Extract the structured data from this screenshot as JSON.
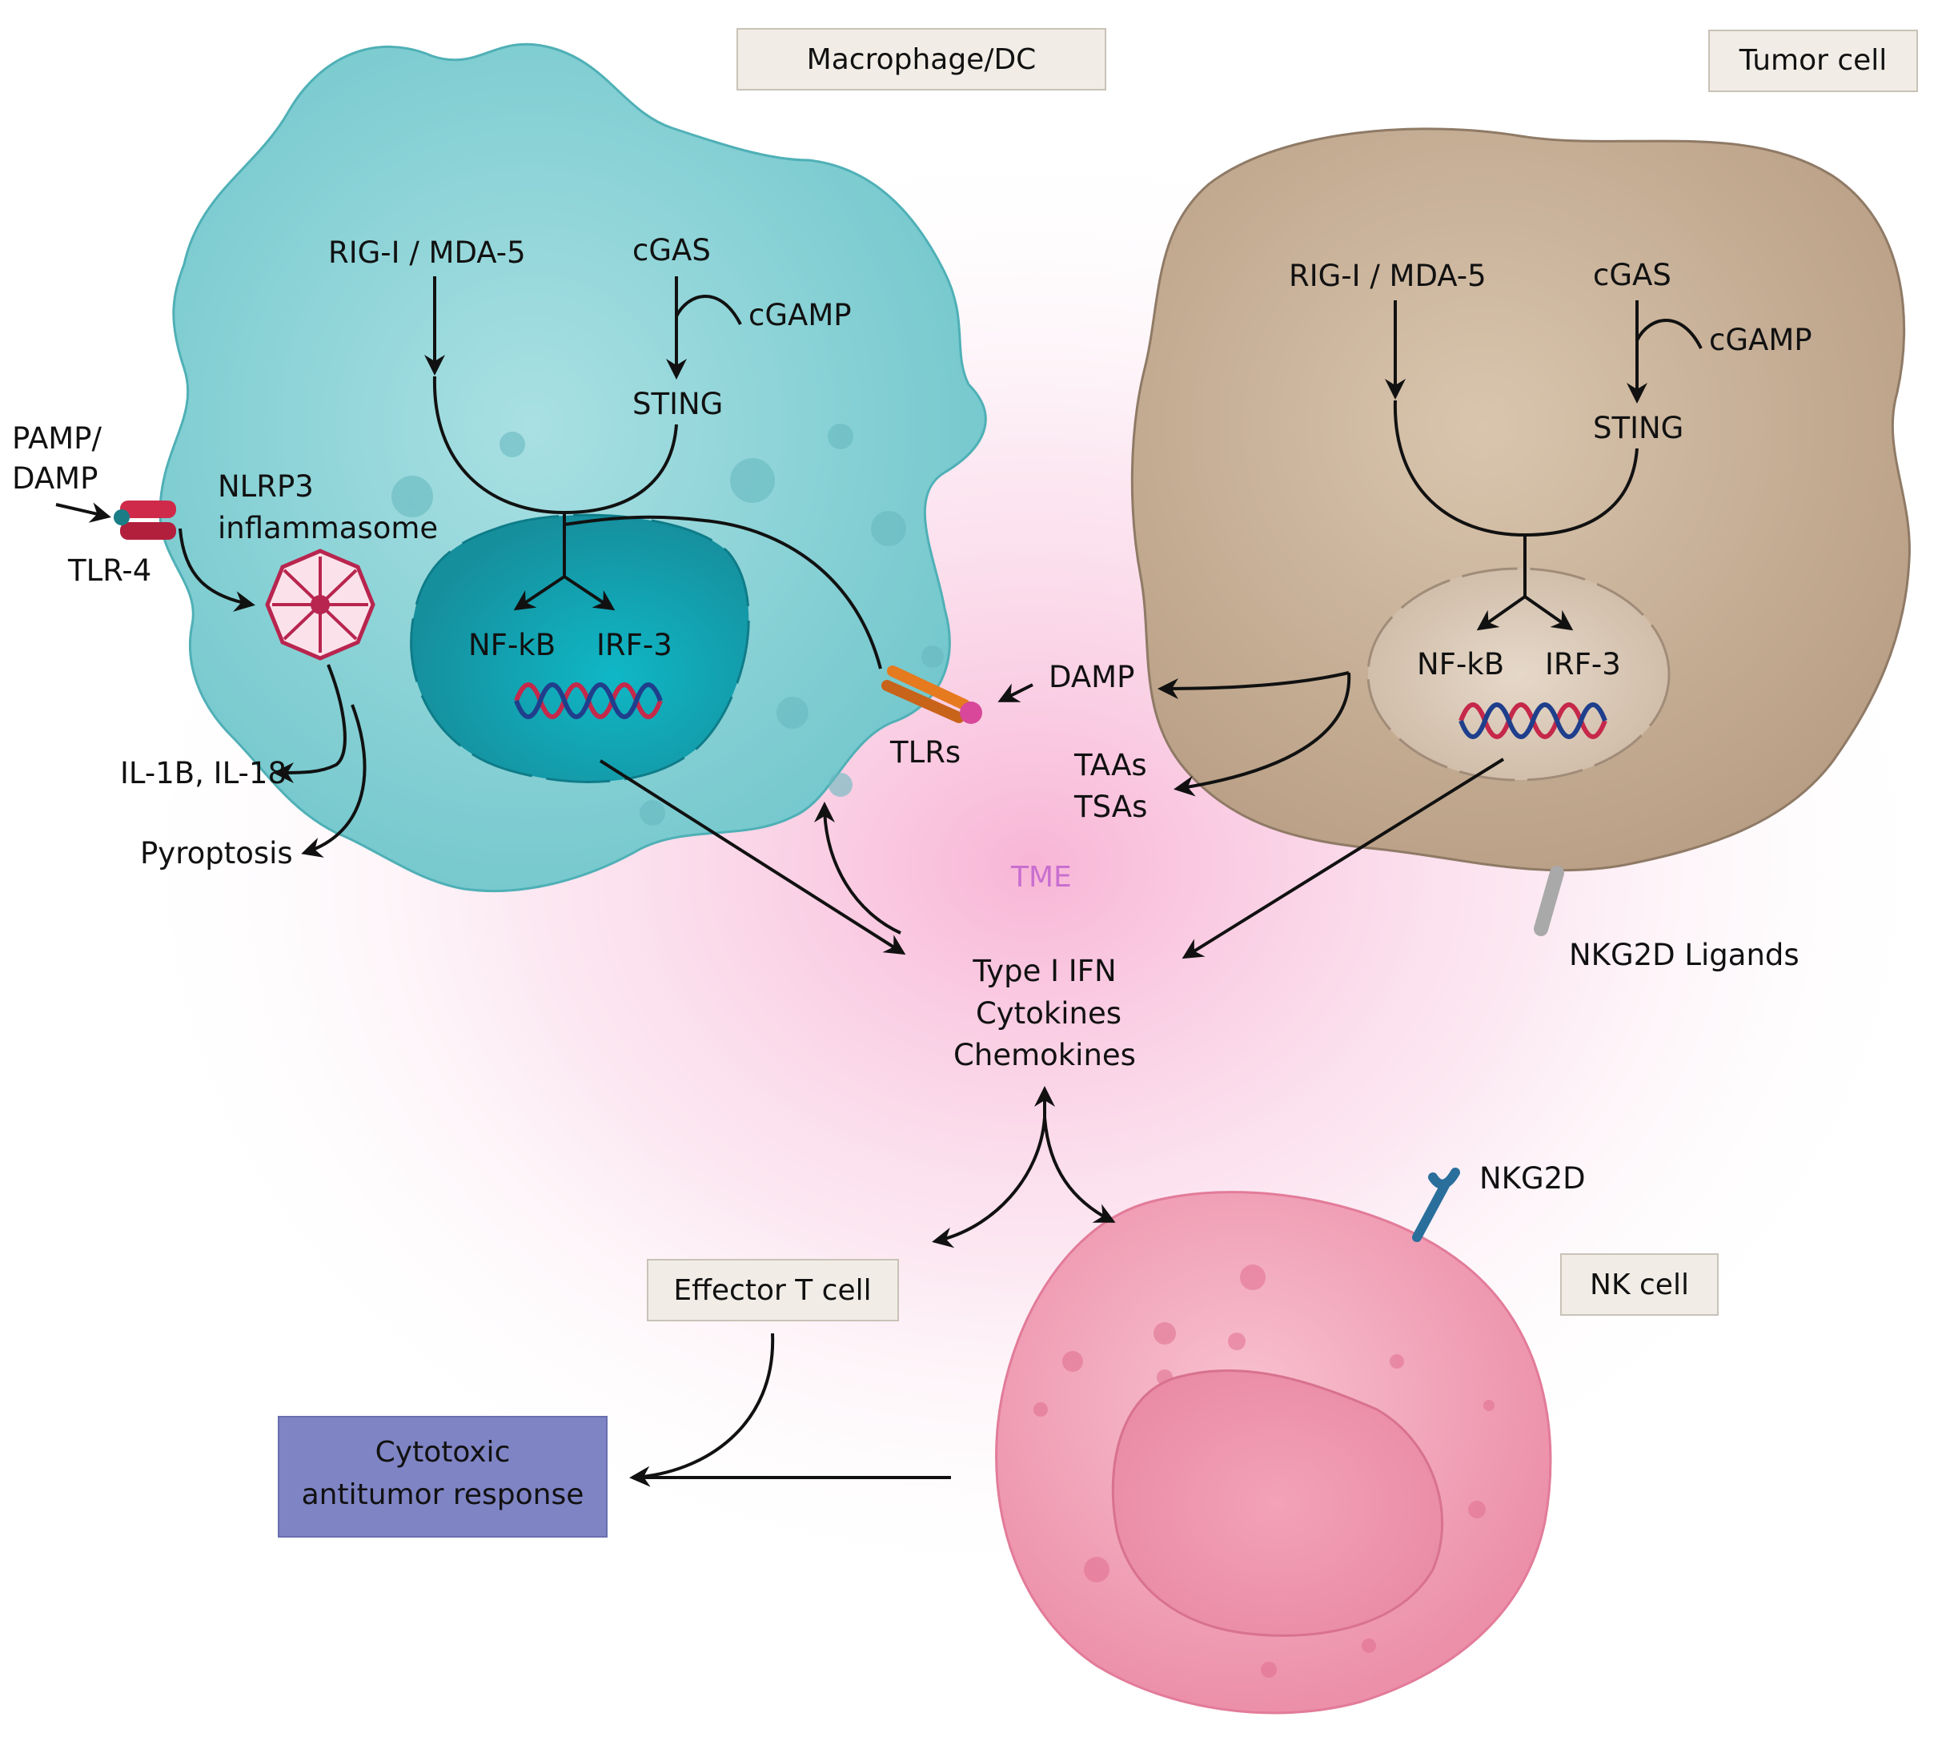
{
  "labels": {
    "macrophage_box": "Macrophage/DC",
    "tumor_box": "Tumor cell",
    "pamp_damp_line1": "PAMP/",
    "pamp_damp_line2": "DAMP",
    "tlr4": "TLR-4",
    "nlrp3_line1": "NLRP3",
    "nlrp3_line2": "inflammasome",
    "il": "IL-1B, IL-18",
    "pyroptosis": "Pyroptosis",
    "mac_rig": "RIG-I / MDA-5",
    "mac_cgas": "cGAS",
    "mac_cgamp": "cGAMP",
    "mac_sting": "STING",
    "mac_nfkb": "NF-kB",
    "mac_irf3": "IRF-3",
    "tlrs": "TLRs",
    "damp": "DAMP",
    "taas": "TAAs",
    "tsas": "TSAs",
    "tme": "TME",
    "tum_rig": "RIG-I / MDA-5",
    "tum_cgas": "cGAS",
    "tum_cgamp": "cGAMP",
    "tum_sting": "STING",
    "tum_nfkb": "NF-kB",
    "tum_irf3": "IRF-3",
    "nkg2d_ligands": "NKG2D Ligands",
    "ifn1": "Type I IFN",
    "ifn2": "Cytokines",
    "ifn3": "Chemokines",
    "nkg2d": "NKG2D",
    "nk_cell": "NK cell",
    "effector": "Effector T cell",
    "cyto1": "Cytotoxic",
    "cyto2": "antitumor response"
  },
  "colors": {
    "macrophage": "#7fcfd3",
    "macrophage_nucleus": "#1aa6b4",
    "tumor": "#c8b29a",
    "tumor_nucleus": "#d9c8b5",
    "nk_cell": "#f29bb5",
    "tme_glow": "#f7a8cf",
    "tme_text": "#c86fd0",
    "label_box": "#f1ede6",
    "response_box": "#7f84c4",
    "tlr4_receptor": "#cf2a4a",
    "tlr_receptor": "#e67a1f",
    "nkg2d_receptor": "#2a6e9c"
  }
}
